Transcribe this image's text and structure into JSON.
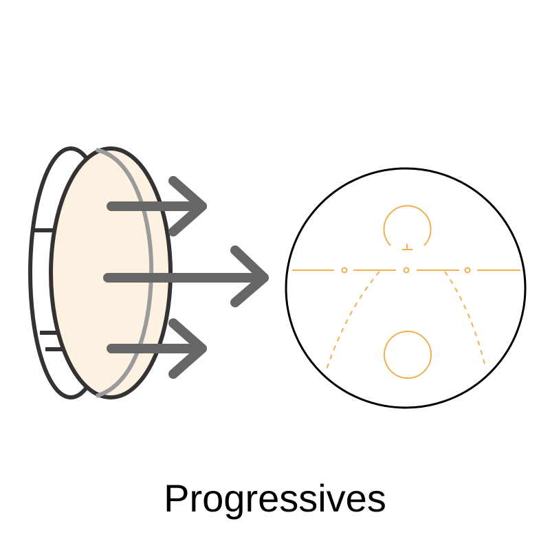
{
  "caption": "Progressives",
  "colors": {
    "outline": "#333333",
    "lens_fill": "#fdf1e1",
    "inner_rim": "#9a9a9a",
    "arrow": "#666666",
    "zone_lines": "#f0b050",
    "circle_outline": "#000000",
    "background": "#ffffff"
  },
  "figures": {
    "lens": {
      "icon": "lens-disc-icon",
      "arrows": 3
    },
    "zone_map": {
      "icon": "progressive-zone-map-icon",
      "markers": 3
    }
  }
}
